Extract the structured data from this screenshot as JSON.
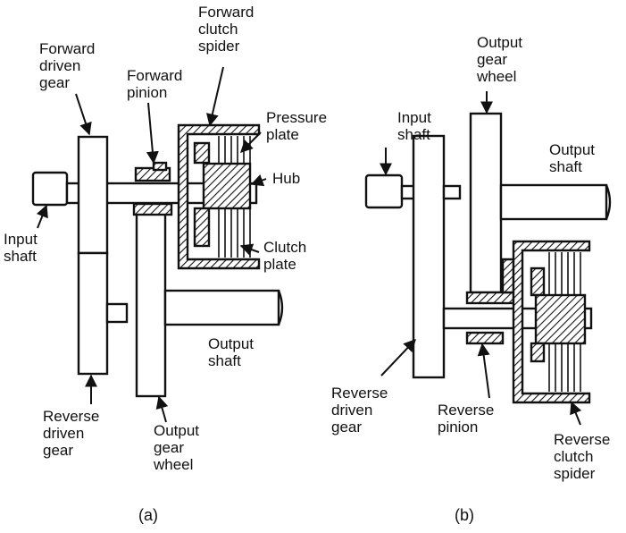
{
  "diagram_a": {
    "caption": "(a)",
    "labels": {
      "forward_driven_gear": "Forward\ndriven\ngear",
      "forward_pinion": "Forward\npinion",
      "forward_clutch_spider": "Forward\nclutch\nspider",
      "pressure_plate": "Pressure\nplate",
      "hub": "Hub",
      "input_shaft": "Input\nshaft",
      "clutch_plate": "Clutch\nplate",
      "output_shaft": "Output\nshaft",
      "reverse_driven_gear": "Reverse\ndriven\ngear",
      "output_gear_wheel": "Output\ngear\nwheel"
    }
  },
  "diagram_b": {
    "caption": "(b)",
    "labels": {
      "input_shaft": "Input\nshaft",
      "output_gear_wheel": "Output\ngear\nwheel",
      "output_shaft": "Output\nshaft",
      "reverse_driven_gear": "Reverse\ndriven\ngear",
      "reverse_pinion": "Reverse\npinion",
      "reverse_clutch_spider": "Reverse\nclutch\nspider"
    }
  }
}
